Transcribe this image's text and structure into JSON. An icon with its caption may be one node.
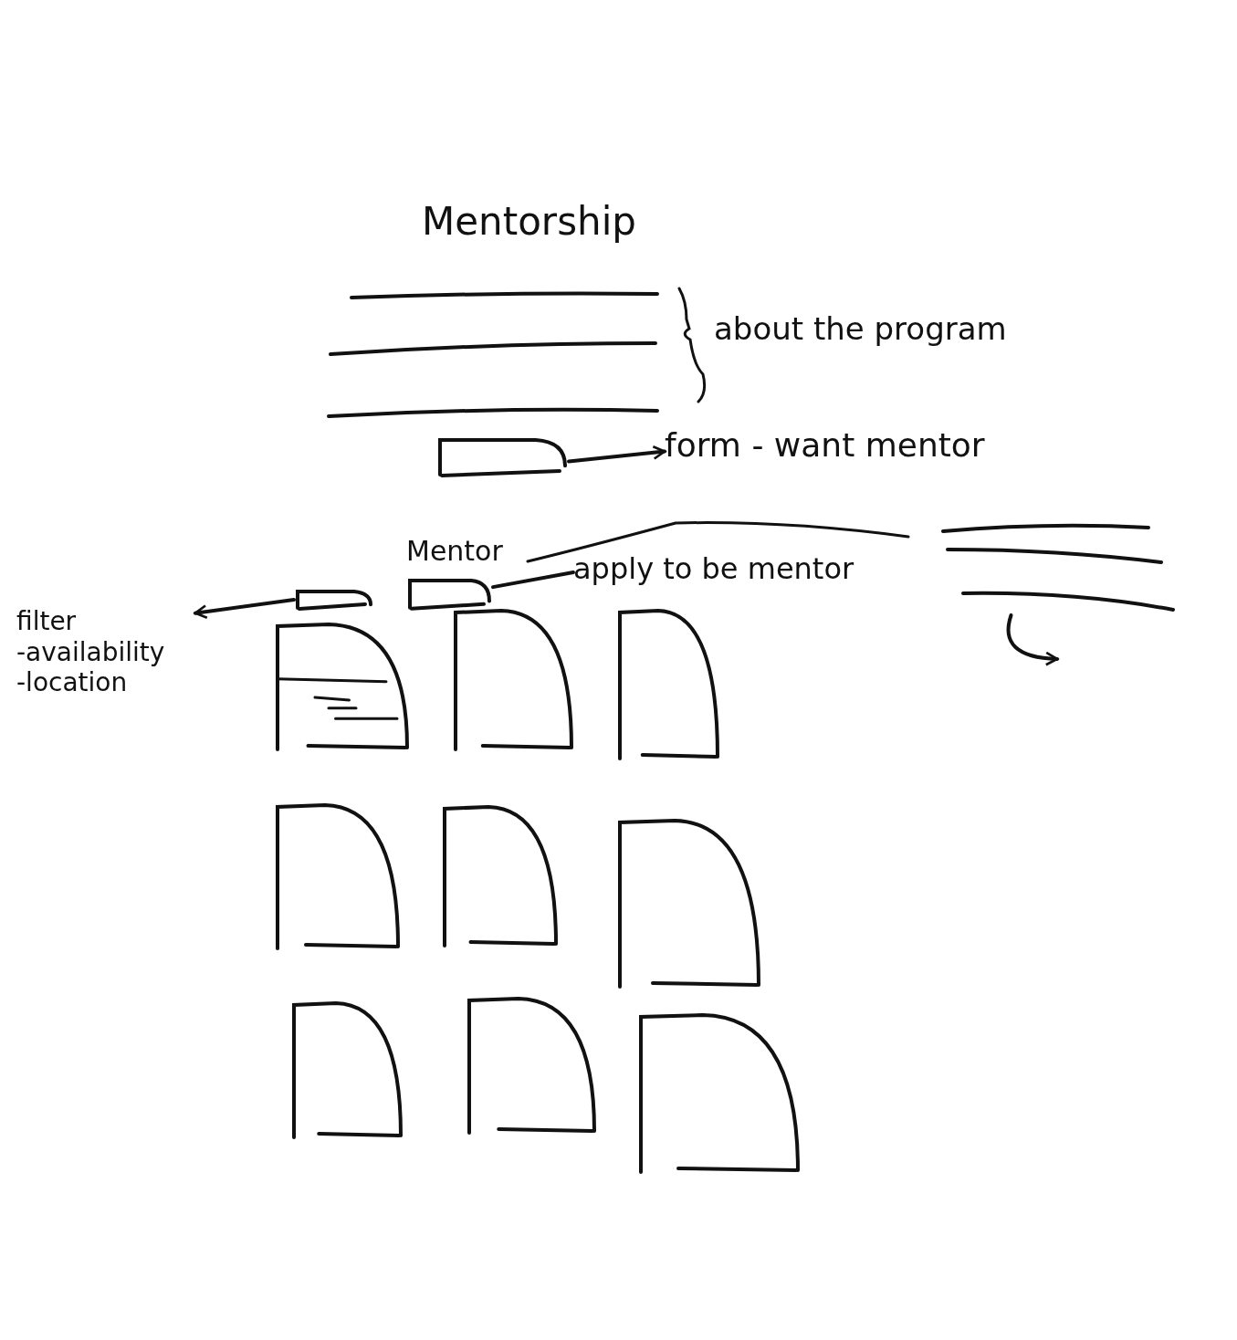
{
  "diagram": {
    "title": "Mentorship",
    "nodes": [
      {
        "text": [],
        "shape": "box"
      },
      {
        "text": [
          "form - want mentor"
        ]
      },
      {
        "text": [
          "Mentor"
        ]
      },
      {
        "text": [
          "apply to be mentor"
        ]
      },
      {
        "text": [],
        "shape": "box"
      },
      {
        "text": [
          "filter",
          "-availability",
          "-location"
        ]
      },
      {
        "text": [],
        "shape": "box"
      },
      {
        "text": [],
        "shape": "box"
      },
      {
        "text": [],
        "shape": "box"
      },
      {
        "text": [],
        "shape": "box"
      },
      {
        "text": [],
        "shape": "box"
      },
      {
        "text": [],
        "shape": "box"
      },
      {
        "text": [],
        "shape": "box"
      },
      {
        "text": [],
        "shape": "box"
      },
      {
        "text": [],
        "shape": "box"
      },
      {
        "text": [],
        "shape": "lines"
      }
    ],
    "edges": [
      {
        "from": 0,
        "to": 1,
        "arrow": "to"
      },
      {
        "from": 2,
        "to": 3,
        "arrow": "none"
      },
      {
        "from": 4,
        "to": 5,
        "arrow": "to"
      },
      {
        "from": 15,
        "to": null,
        "arrow": "to"
      }
    ],
    "labels": [
      "about the program"
    ]
  }
}
